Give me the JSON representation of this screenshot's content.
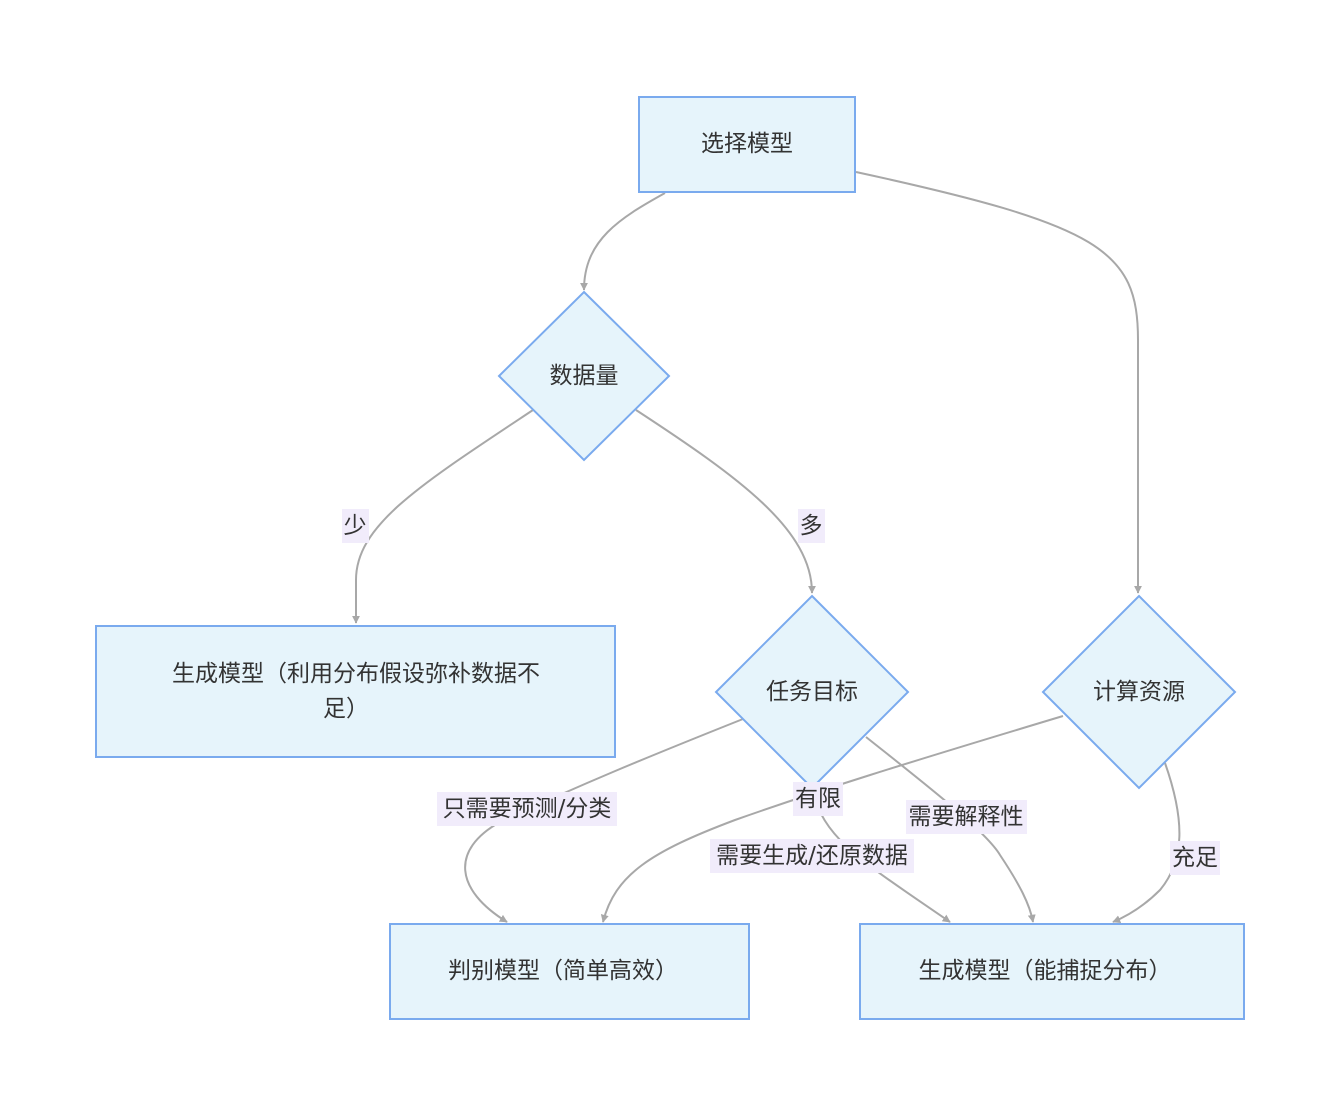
{
  "nodes": {
    "start": "选择模型",
    "data_amount": "数据量",
    "task_goal": "任务目标",
    "compute": "计算资源",
    "gen_small_data_line1": "生成模型（利用分布假设弥补数据不",
    "gen_small_data_line2": "足）",
    "discriminative": "判别模型（简单高效）",
    "gen_capture": "生成模型（能捕捉分布）"
  },
  "edges": {
    "little": "少",
    "much": "多",
    "predict_only": "只需要预测/分类",
    "limited": "有限",
    "need_generate": "需要生成/还原数据",
    "need_interpret": "需要解释性",
    "sufficient": "充足"
  },
  "colors": {
    "node_fill": "#e6f4fb",
    "node_stroke": "#7aaaee",
    "edge_stroke": "#a8a8a8",
    "edge_label_bg": "#f1ecfb",
    "text": "#333333"
  }
}
